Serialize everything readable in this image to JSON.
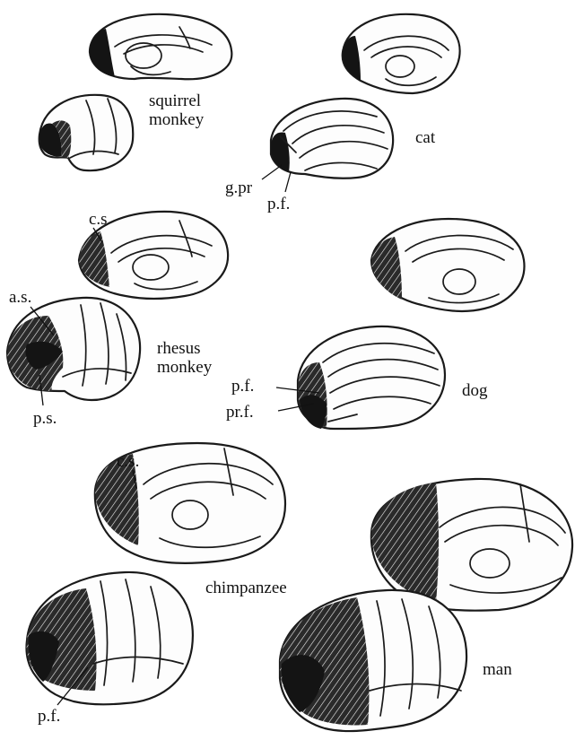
{
  "figure": {
    "species": {
      "squirrel_monkey": [
        "squirrel",
        "monkey"
      ],
      "cat": "cat",
      "rhesus_monkey": [
        "rhesus",
        "monkey"
      ],
      "dog": "dog",
      "chimpanzee": "chimpanzee",
      "man": "man"
    },
    "annotations": {
      "cat_gpr": "g.pr",
      "cat_pf": "p.f.",
      "rhesus_cs": "c.s",
      "rhesus_as": "a.s.",
      "rhesus_ps": "p.s.",
      "dog_pf": "p.f.",
      "dog_prf": "pr.f.",
      "chimp_cs": "c.s.",
      "chimp_pf": "p.f."
    }
  },
  "colors": {
    "ink": "#141414",
    "paper": "#ffffff"
  }
}
